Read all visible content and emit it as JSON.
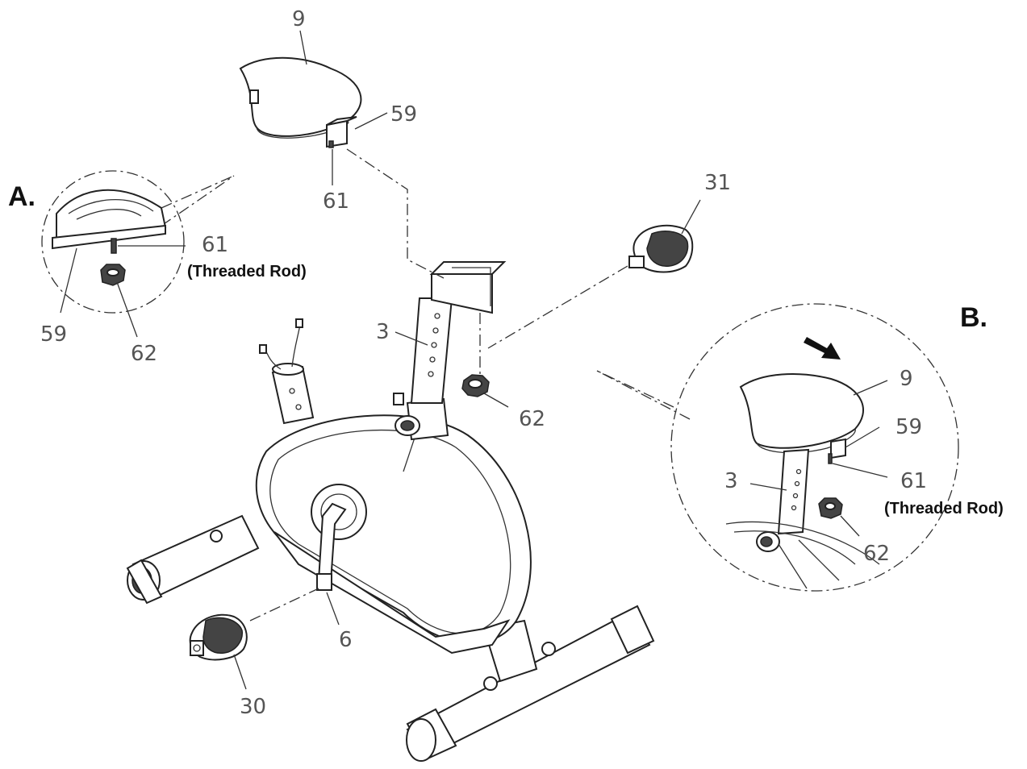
{
  "callouts": {
    "a": "A.",
    "b": "B."
  },
  "labels": {
    "seat_9": "9",
    "bracket_59": "59",
    "rod_61": "61",
    "pedal_31": "31",
    "post_3": "3",
    "knob_62": "62",
    "crank_6": "6",
    "pedal_30": "30",
    "a_rod_61": "61",
    "a_threaded": "(Threaded Rod)",
    "a_bracket_59": "59",
    "a_knob_62": "62",
    "b_seat_9": "9",
    "b_bracket_59": "59",
    "b_rod_61": "61",
    "b_threaded": "(Threaded Rod)",
    "b_post_3": "3",
    "b_knob_62": "62"
  }
}
